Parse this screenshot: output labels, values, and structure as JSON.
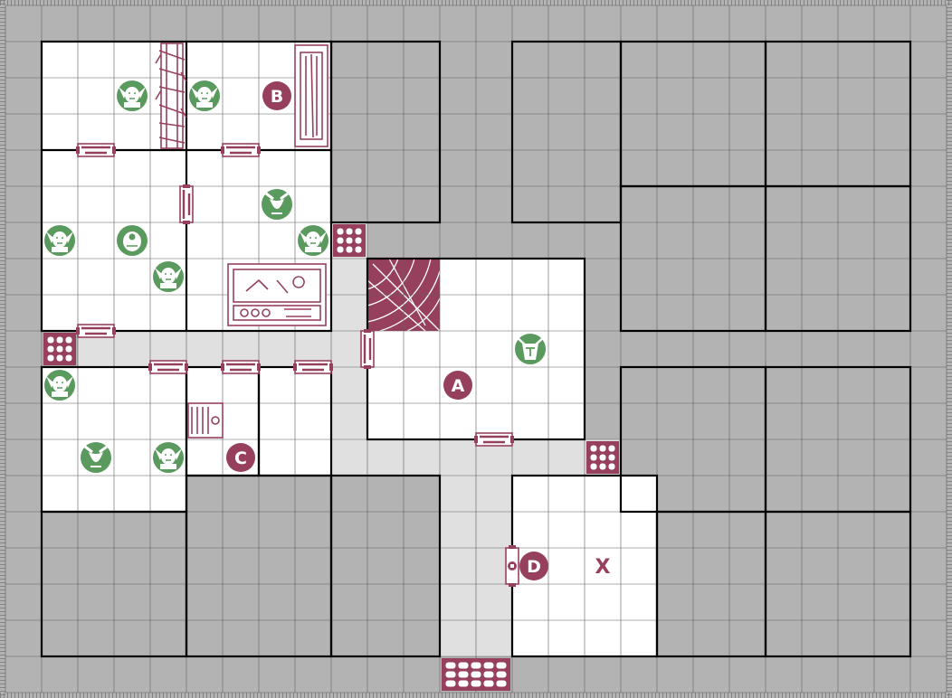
{
  "map": {
    "labels": {
      "room_a": "A",
      "room_b": "B",
      "room_c": "C",
      "door_d": "D",
      "goal": "X"
    },
    "colors": {
      "background": "#b3b3b3",
      "floor": "#ffffff",
      "corridor": "#e0e0e0",
      "grid": "#5e5e5e",
      "wall": "#000000",
      "accent": "#97405e",
      "monster": "#5a9a5e"
    },
    "icons": [
      "goblin-icon",
      "orc-icon",
      "fimir-icon",
      "chaos-warrior-icon",
      "door-icon",
      "secret-door-icon",
      "stairway-icon",
      "falling-rock-icon",
      "weapon-rack-icon",
      "bookcase-icon",
      "alchemist-bench-icon",
      "treasure-chest-icon",
      "gargoyle-icon"
    ]
  }
}
